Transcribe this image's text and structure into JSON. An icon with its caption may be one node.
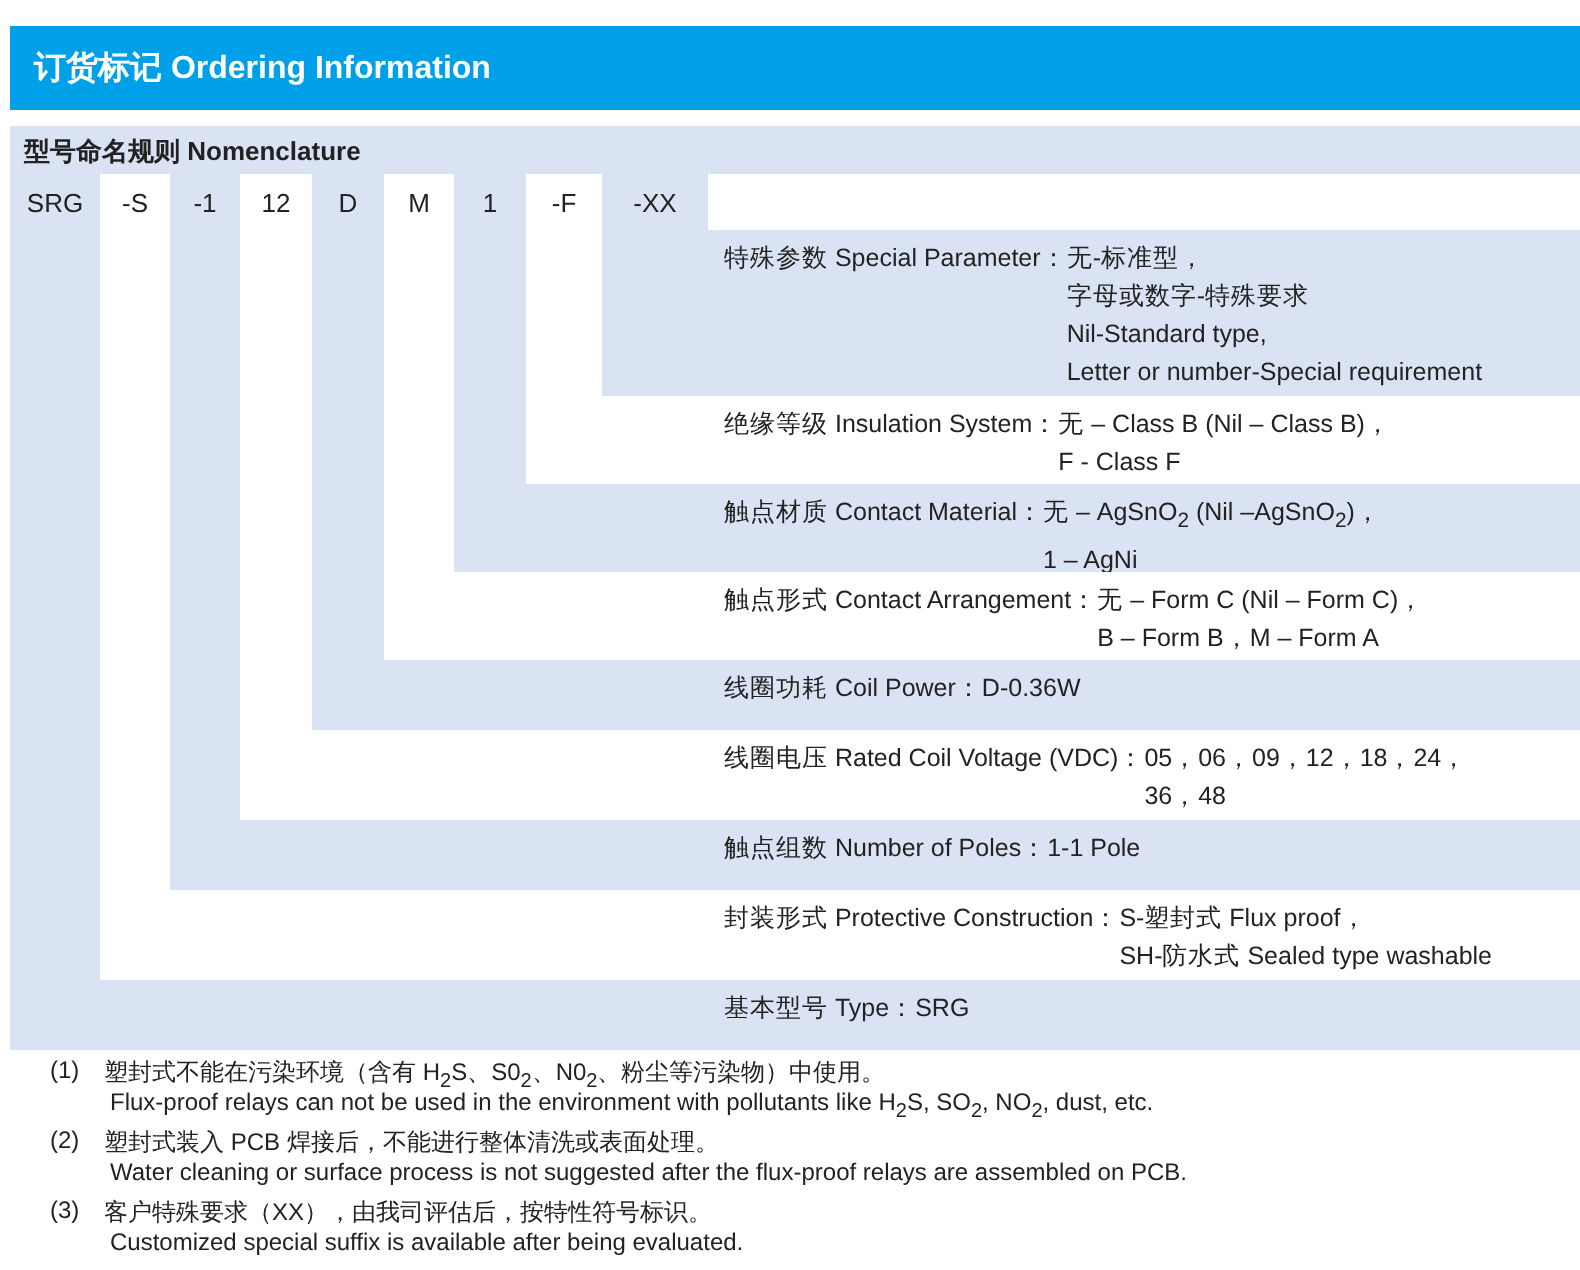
{
  "diagram": {
    "title": "订货标记 Ordering Information",
    "nodes": [
      {
        "text": [
          "SRG"
        ]
      },
      {
        "text": [
          "-S"
        ]
      },
      {
        "text": [
          "-1"
        ]
      },
      {
        "text": [
          "12"
        ]
      },
      {
        "text": [
          "D"
        ]
      },
      {
        "text": [
          "M"
        ]
      },
      {
        "text": [
          "1"
        ]
      },
      {
        "text": [
          "-F"
        ]
      },
      {
        "text": [
          "-XX"
        ]
      },
      {
        "text": [
          "特殊参数 Special Parameter：",
          "无-标准型，",
          "字母或数字-特殊要求",
          "Nil-Standard type,",
          "Letter or number-Special requirement"
        ]
      },
      {
        "text": [
          "绝缘等级 Insulation System：",
          "无 – Class B (Nil – Class B)，",
          "F - Class F"
        ]
      },
      {
        "text": [
          "触点材质 Contact Material：",
          "无 – AgSnO$_{2}$ (Nil –AgSnO$_{2}$)，",
          "1 – AgNi"
        ]
      },
      {
        "text": [
          "触点形式 Contact Arrangement：",
          "无 – Form C (Nil – Form C)，",
          "B – Form B，M – Form A"
        ]
      },
      {
        "text": [
          "线圈功耗 Coil Power：",
          "D-0.36W"
        ]
      },
      {
        "text": [
          "线圈电压 Rated Coil Voltage (VDC)：",
          "05，06，09，12，18，24，",
          "36，48"
        ]
      },
      {
        "text": [
          "触点组数 Number of Poles：",
          "1-1 Pole"
        ]
      },
      {
        "text": [
          "封装形式 Protective Construction：",
          "S-塑封式 Flux proof，",
          "SH-防水式 Sealed type washable"
        ]
      },
      {
        "text": [
          "基本型号 Type：",
          "SRG"
        ]
      }
    ],
    "labels": [
      "型号命名规则 Nomenclature",
      "(1)",
      "塑封式不能在污染环境（含有 H$_{2}$S、S0$_{2}$、N0$_{2}$、粉尘等污染物）中使用。",
      "Flux-proof relays can not be used in the environment with pollutants like H$_{2}$S, SO$_{2}$, NO$_{2}$, dust, etc.",
      "(2)",
      "塑封式装入 PCB 焊接后，不能进行整体清洗或表面处理。",
      "Water cleaning or surface process is not suggested after the flux-proof relays are assembled on PCB.",
      "(3)",
      "客户特殊要求（XX），由我司评估后，按特性符号标识。",
      "Customized special suffix is available after being evaluated."
    ]
  }
}
